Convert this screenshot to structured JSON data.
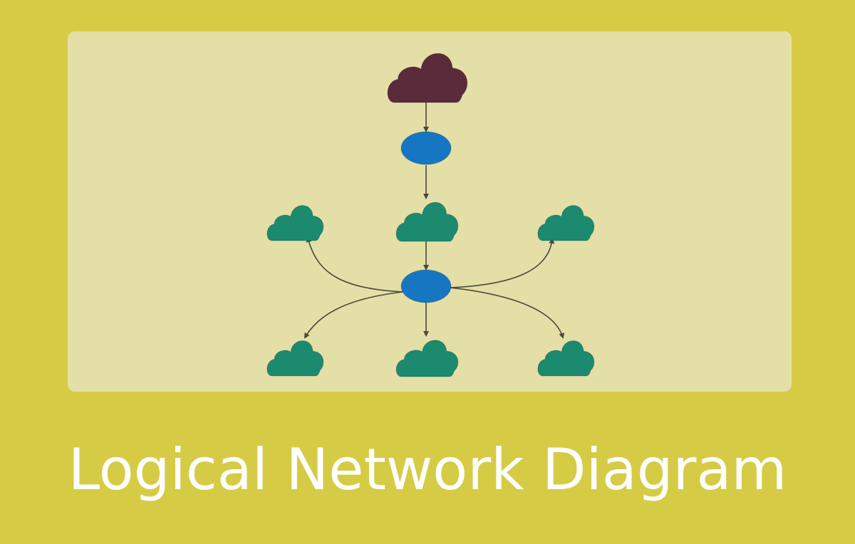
{
  "title": "Logical Network Diagram",
  "colors": {
    "background": "#d6cb45",
    "panel": "#e4dfa7",
    "internet_cloud": "#5b2a3b",
    "router_node": "#1676c2",
    "client_cloud": "#1b8a6f",
    "connector": "#4a4a3a"
  },
  "nodes": [
    {
      "id": "internet",
      "kind": "cloud",
      "icon": "cloud-icon",
      "color": "internet_cloud"
    },
    {
      "id": "router-top",
      "kind": "router",
      "icon": "router-icon",
      "color": "router_node"
    },
    {
      "id": "network-mid-left",
      "kind": "cloud",
      "icon": "cloud-icon",
      "color": "client_cloud"
    },
    {
      "id": "network-mid-center",
      "kind": "cloud",
      "icon": "cloud-icon",
      "color": "client_cloud"
    },
    {
      "id": "network-mid-right",
      "kind": "cloud",
      "icon": "cloud-icon",
      "color": "client_cloud"
    },
    {
      "id": "router-hub",
      "kind": "router",
      "icon": "router-icon",
      "color": "router_node"
    },
    {
      "id": "network-bottom-left",
      "kind": "cloud",
      "icon": "cloud-icon",
      "color": "client_cloud"
    },
    {
      "id": "network-bottom-center",
      "kind": "cloud",
      "icon": "cloud-icon",
      "color": "client_cloud"
    },
    {
      "id": "network-bottom-right",
      "kind": "cloud",
      "icon": "cloud-icon",
      "color": "client_cloud"
    }
  ],
  "edges": [
    {
      "from": "internet",
      "to": "router-top",
      "arrow": "end"
    },
    {
      "from": "router-top",
      "to": "network-mid-center",
      "arrow": "end"
    },
    {
      "from": "network-mid-center",
      "to": "router-hub",
      "arrow": "end"
    },
    {
      "from": "router-hub",
      "to": "network-mid-left",
      "arrow": "end"
    },
    {
      "from": "router-hub",
      "to": "network-mid-right",
      "arrow": "end"
    },
    {
      "from": "router-hub",
      "to": "network-bottom-left",
      "arrow": "end"
    },
    {
      "from": "router-hub",
      "to": "network-bottom-center",
      "arrow": "end"
    },
    {
      "from": "router-hub",
      "to": "network-bottom-right",
      "arrow": "end"
    }
  ]
}
